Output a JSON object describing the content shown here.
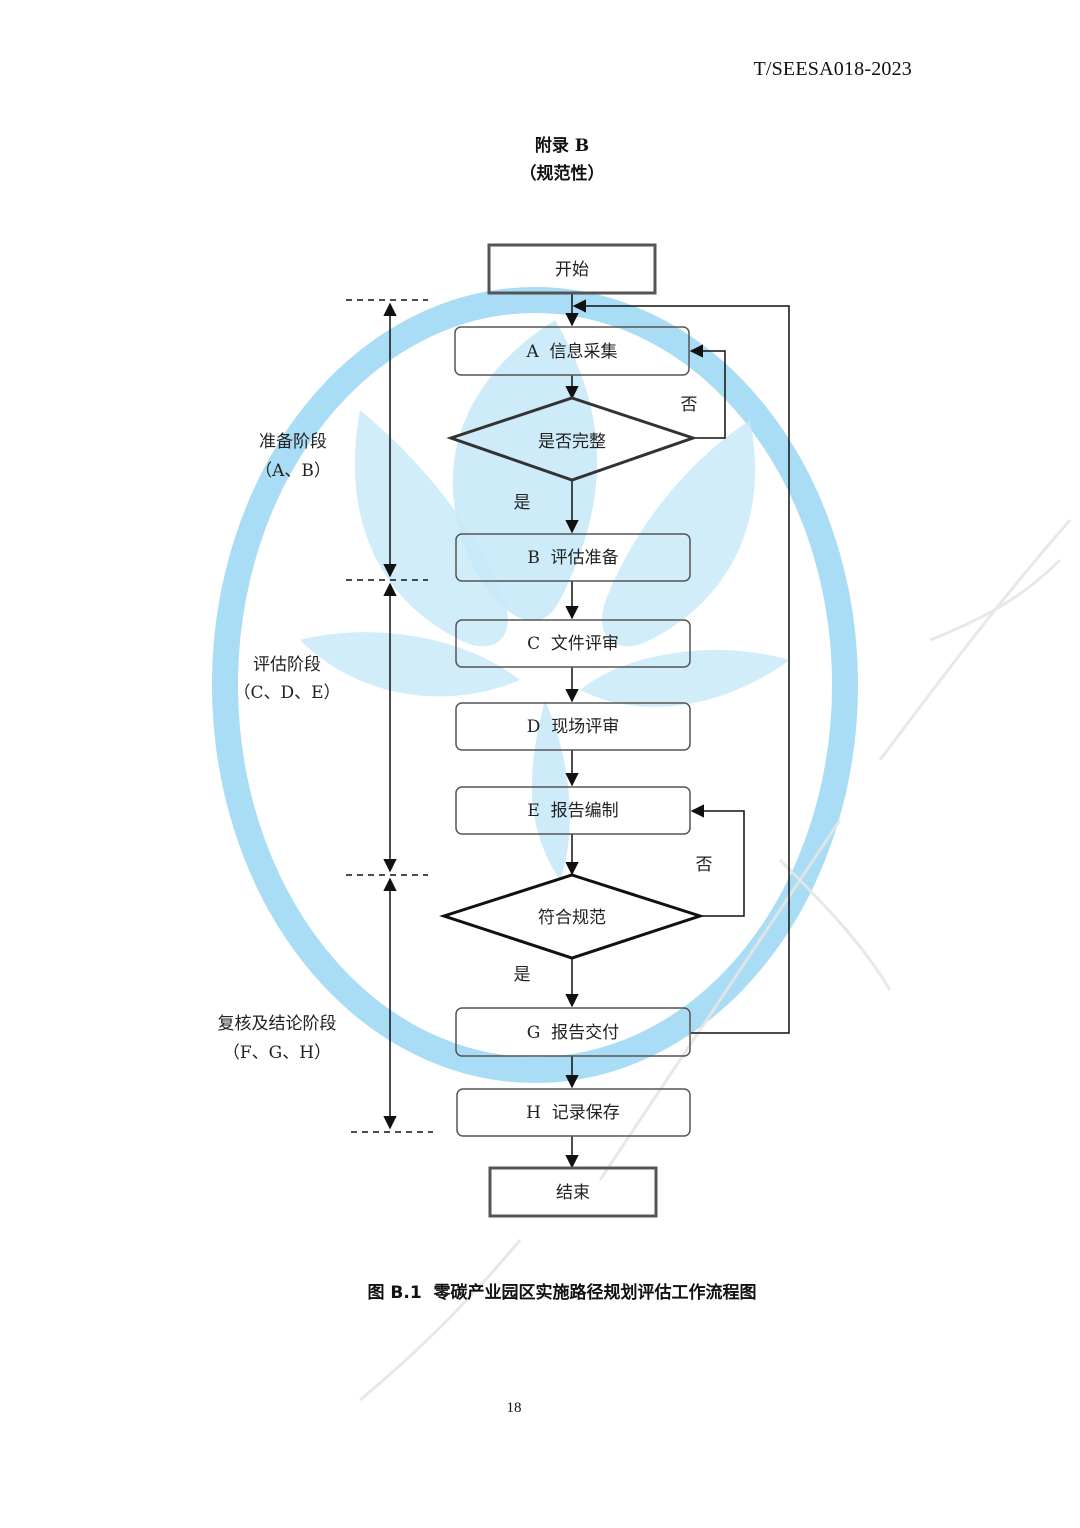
{
  "header": {
    "standard_code": "T/SEESA018-2023"
  },
  "appendix": {
    "title": "附录 B",
    "subtitle": "（规范性）"
  },
  "flowchart": {
    "start": "开始",
    "end": "结束",
    "steps": {
      "a": "A  信息采集",
      "b": "B  评估准备",
      "c": "C  文件评审",
      "d": "D  现场评审",
      "e": "E  报告编制",
      "g": "G  报告交付",
      "h": "H  记录保存"
    },
    "decisions": {
      "complete": "是否完整",
      "conform": "符合规范"
    },
    "branch_labels": {
      "yes": "是",
      "no": "否"
    },
    "phases": [
      {
        "name": "准备阶段",
        "items": "（A、B）"
      },
      {
        "name": "评估阶段",
        "items": "（C、D、E）"
      },
      {
        "name": "复核及结论阶段",
        "items": "（F、G、H）"
      }
    ]
  },
  "figure": {
    "caption": "图 B.1  零碳产业园区实施路径规划评估工作流程图"
  },
  "footer": {
    "page_number": "18"
  },
  "colors": {
    "watermark_blue": "#a9dcf5",
    "line": "#111111",
    "box_border": "#555555"
  }
}
